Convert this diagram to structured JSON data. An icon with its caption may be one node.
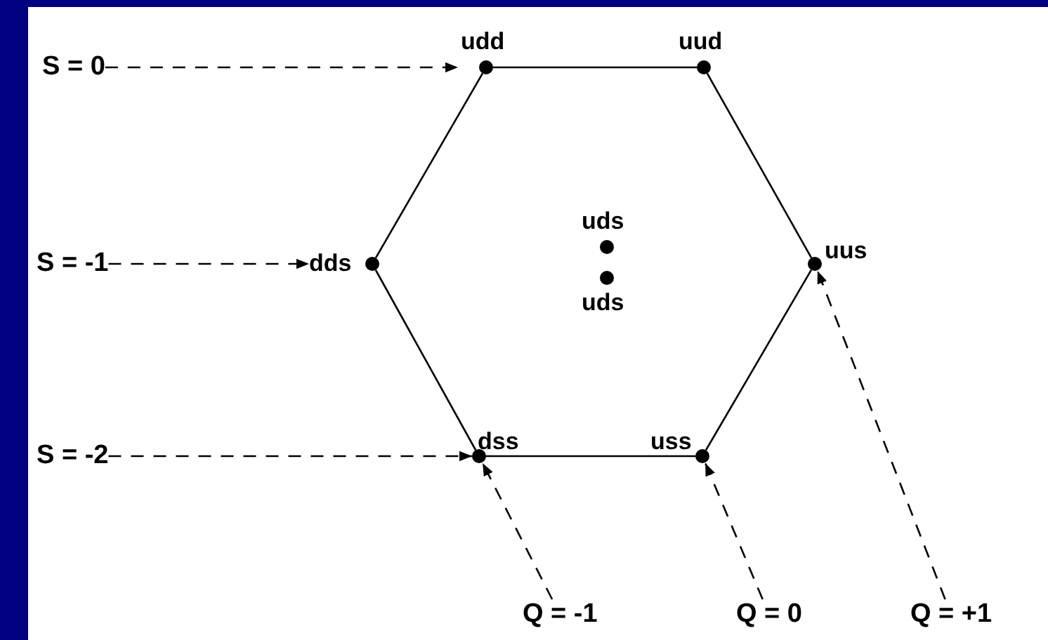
{
  "diagram": {
    "nodes": [
      {
        "text": [
          "udd"
        ]
      },
      {
        "text": [
          "uud"
        ]
      },
      {
        "text": [
          "dds"
        ]
      },
      {
        "text": [
          "uds"
        ]
      },
      {
        "text": [
          "uds"
        ]
      },
      {
        "text": [
          "uus"
        ]
      },
      {
        "text": [
          "dss"
        ]
      },
      {
        "text": [
          "uss"
        ]
      },
      {
        "text": [
          "S = 0"
        ]
      },
      {
        "text": [
          "S = -1"
        ]
      },
      {
        "text": [
          "S = -2"
        ]
      },
      {
        "text": [
          "Q = -1"
        ]
      },
      {
        "text": [
          "Q = 0"
        ]
      },
      {
        "text": [
          "Q = +1"
        ]
      }
    ],
    "edges": [
      {
        "from": 0,
        "to": 1,
        "arrow": "none"
      },
      {
        "from": 1,
        "to": 5,
        "arrow": "none"
      },
      {
        "from": 5,
        "to": 7,
        "arrow": "none"
      },
      {
        "from": 7,
        "to": 6,
        "arrow": "none"
      },
      {
        "from": 6,
        "to": 2,
        "arrow": "none"
      },
      {
        "from": 2,
        "to": 0,
        "arrow": "none"
      },
      {
        "from": 8,
        "to": 0,
        "arrow": "to",
        "style": "dashed"
      },
      {
        "from": 9,
        "to": 2,
        "arrow": "to",
        "style": "dashed"
      },
      {
        "from": 10,
        "to": 6,
        "arrow": "to",
        "style": "dashed"
      },
      {
        "from": 11,
        "to": 6,
        "arrow": "to",
        "style": "dashed"
      },
      {
        "from": 12,
        "to": 7,
        "arrow": "to",
        "style": "dashed"
      },
      {
        "from": 13,
        "to": 5,
        "arrow": "to",
        "style": "dashed"
      }
    ]
  }
}
